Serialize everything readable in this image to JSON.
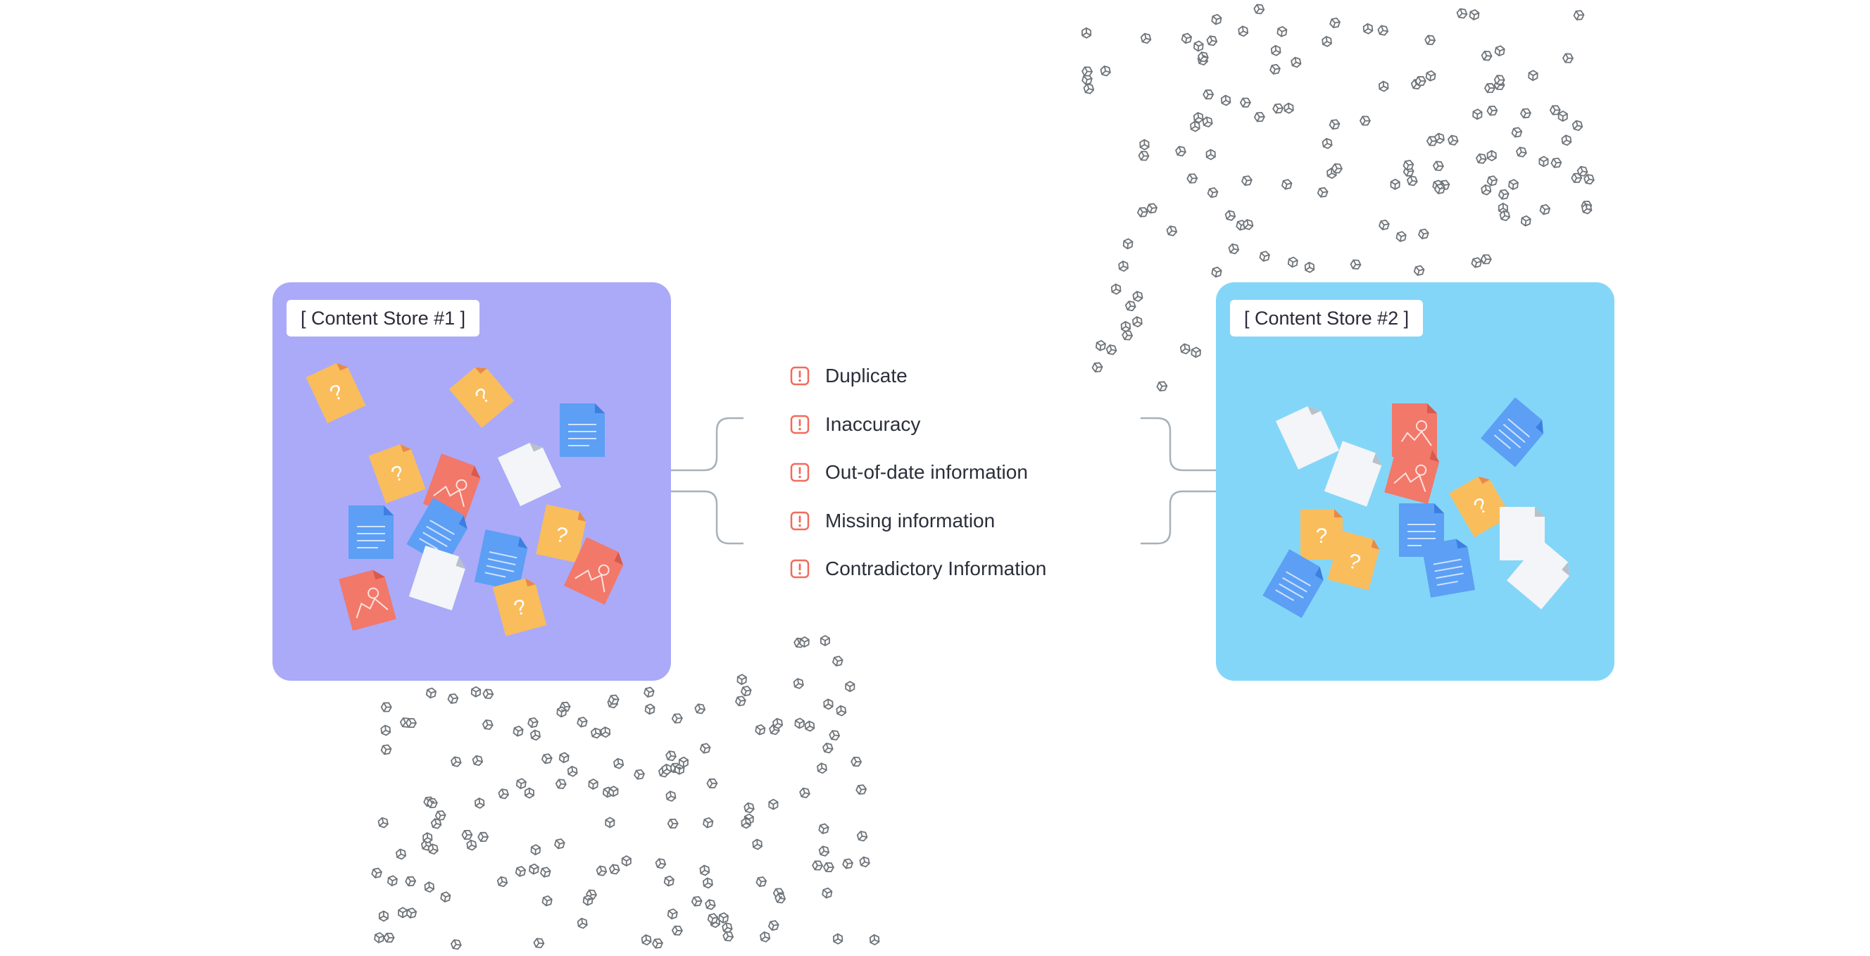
{
  "store_1": {
    "label": "[ Content Store #1 ]",
    "color": "#aaaaf9"
  },
  "store_2": {
    "label": "[ Content Store #2 ]",
    "color": "#84d6f8"
  },
  "issues": [
    {
      "label": "Duplicate",
      "icon": "alert-icon"
    },
    {
      "label": "Inaccuracy",
      "icon": "alert-icon"
    },
    {
      "label": "Out-of-date information",
      "icon": "alert-icon"
    },
    {
      "label": "Missing information",
      "icon": "alert-icon"
    },
    {
      "label": "Contradictory Information",
      "icon": "alert-icon"
    }
  ],
  "colors": {
    "alert": "#f26b5b",
    "doc_yellow": "#f9bd5c",
    "doc_red": "#f2786a",
    "doc_blue": "#5c9ff5",
    "doc_white": "#f3f5f8",
    "connector": "#a7b1b8",
    "cube": "#6f7479"
  }
}
